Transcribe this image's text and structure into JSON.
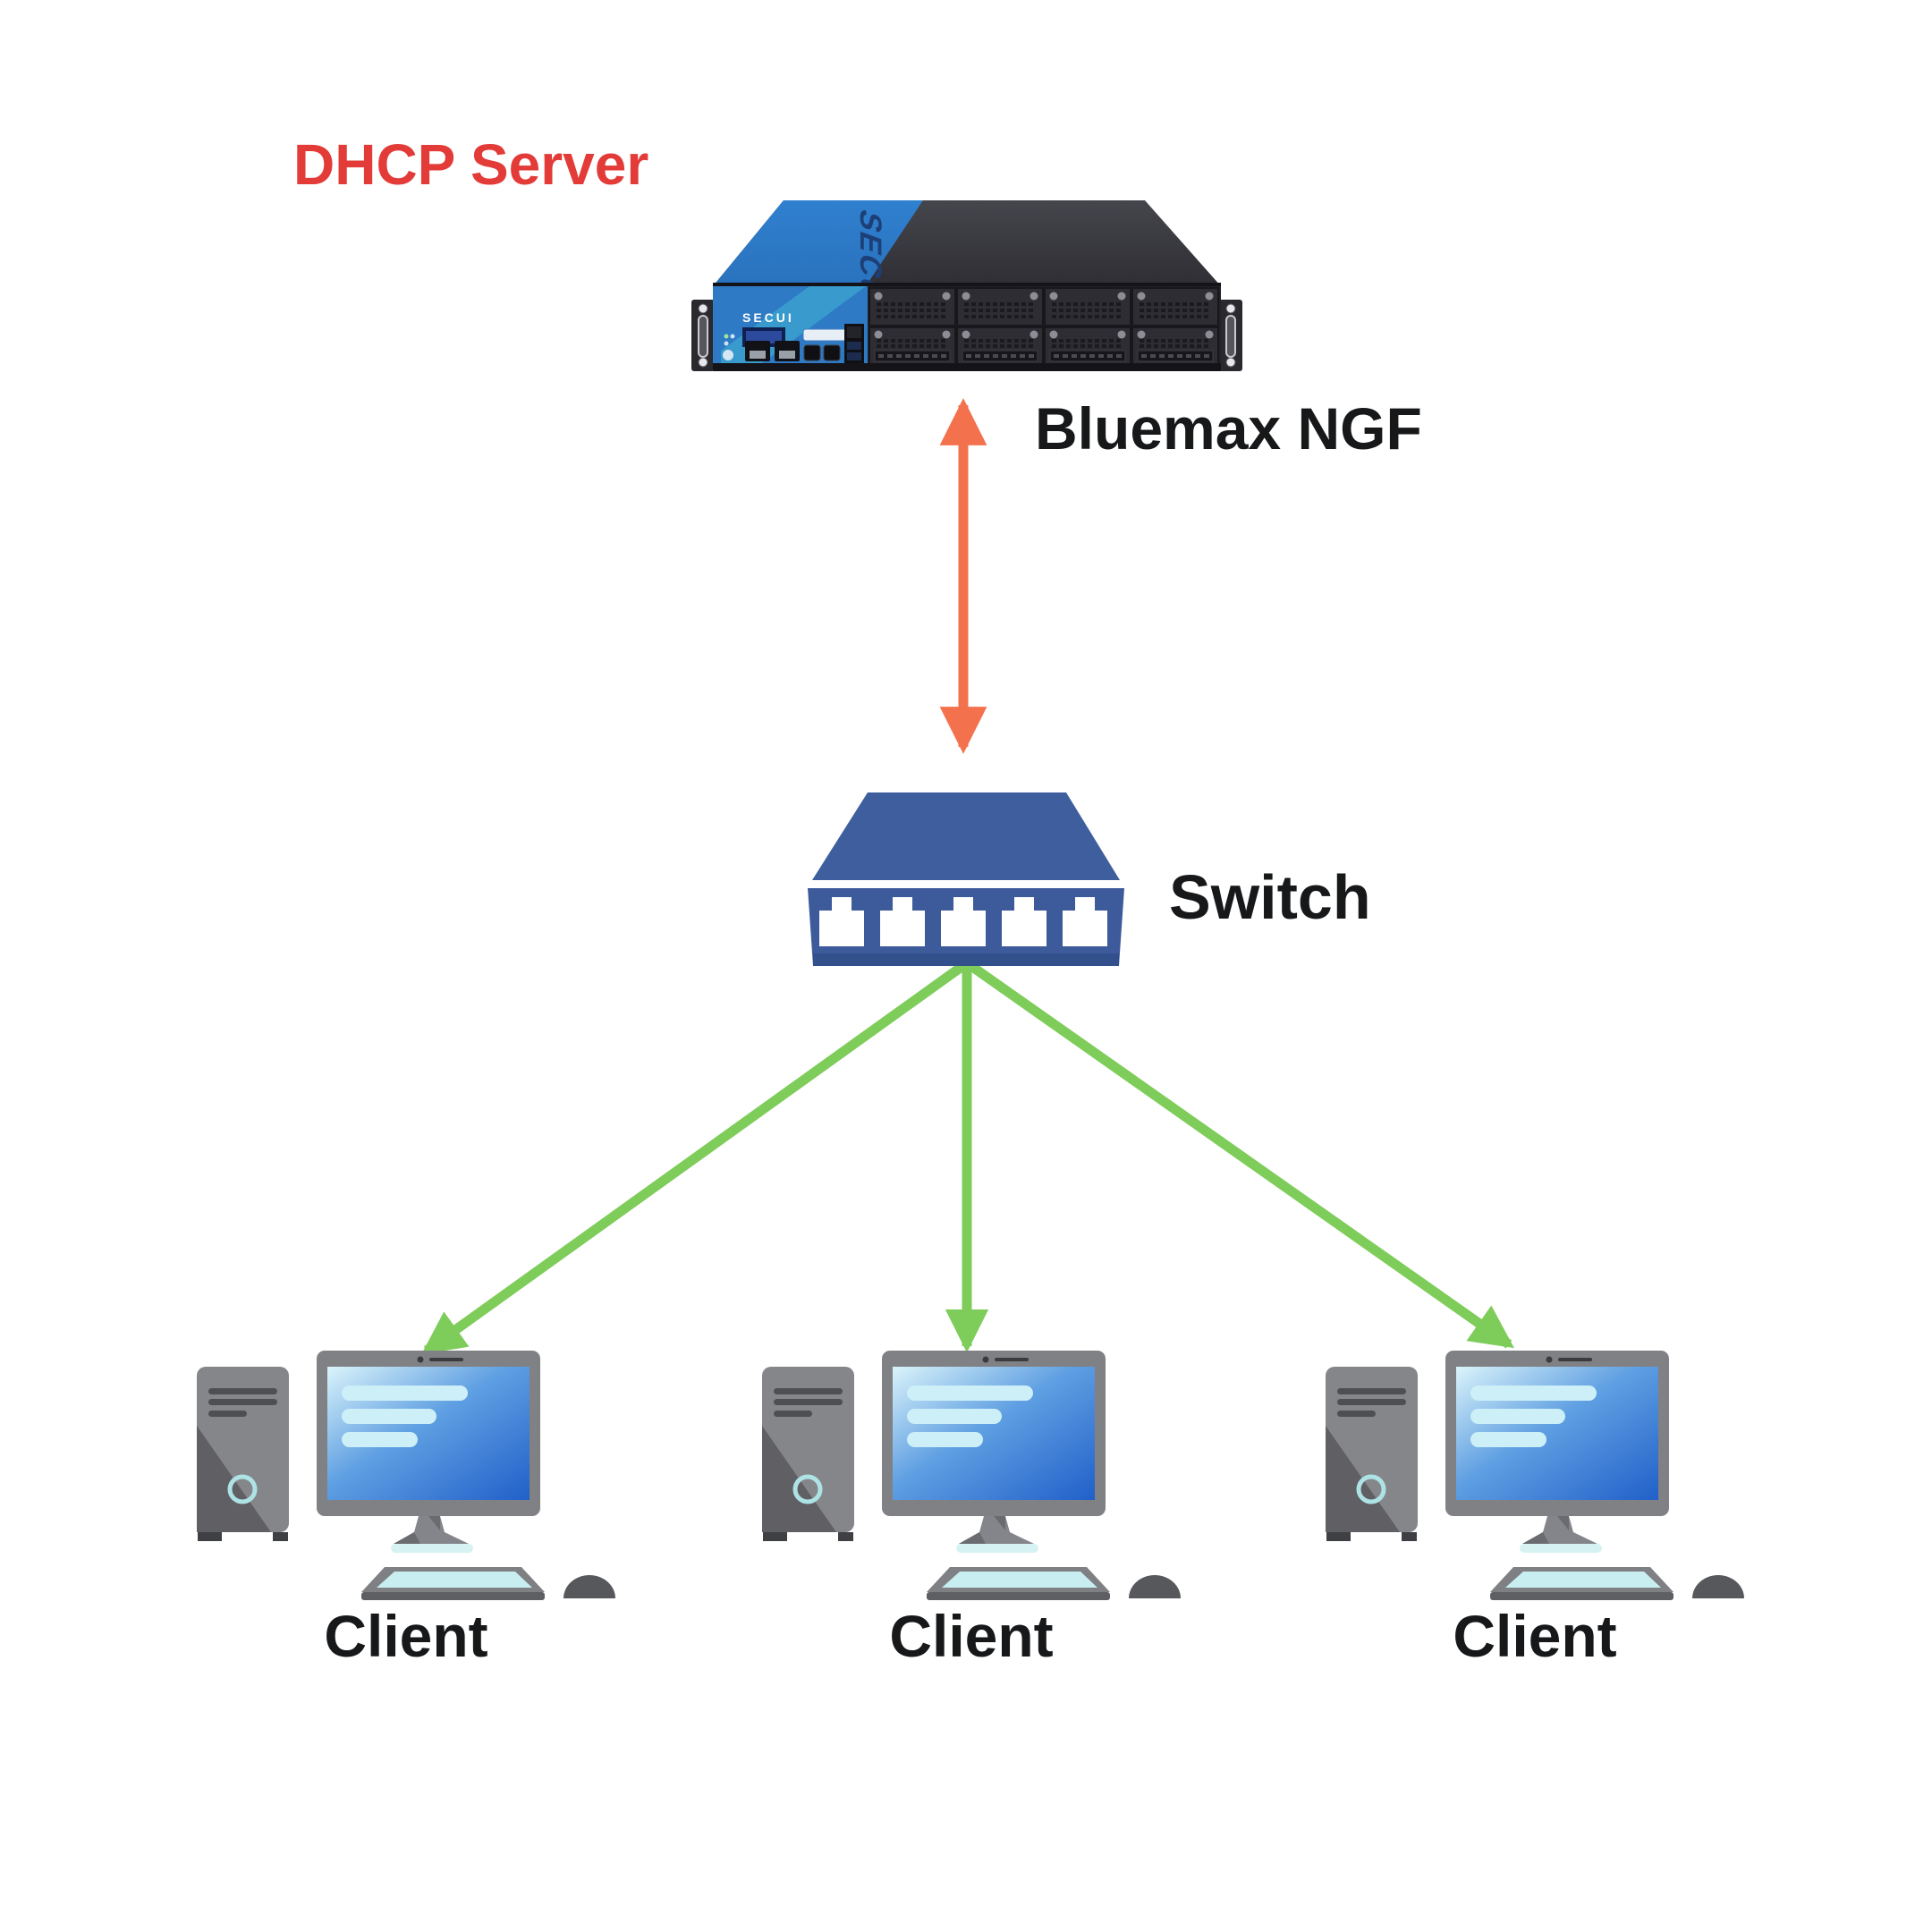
{
  "diagram": {
    "background_color": "#ffffff",
    "dhcp_server": {
      "label": "DHCP Server",
      "label_color": "#e23b38",
      "device_name": "Bluemax NGF",
      "brand": "SECUI",
      "icon": "rackmount-firewall-appliance",
      "appliance_colors": {
        "panel_blue": "#2e7ac4",
        "chassis_dark": "#2a2a30"
      }
    },
    "switch": {
      "label": "Switch",
      "icon": "network-switch",
      "port_count": 5,
      "color": "#3d5b9b"
    },
    "clients": [
      {
        "label": "Client",
        "icon": "desktop-computer"
      },
      {
        "label": "Client",
        "icon": "desktop-computer"
      },
      {
        "label": "Client",
        "icon": "desktop-computer"
      }
    ],
    "connections": [
      {
        "from": "Bluemax NGF",
        "to": "Switch",
        "type": "bidirectional-arrow",
        "color": "#f4714d"
      },
      {
        "from": "Switch",
        "to": "Client 1",
        "type": "arrow",
        "color": "#7ecc59"
      },
      {
        "from": "Switch",
        "to": "Client 2",
        "type": "arrow",
        "color": "#7ecc59"
      },
      {
        "from": "Switch",
        "to": "Client 3",
        "type": "arrow",
        "color": "#7ecc59"
      }
    ]
  }
}
